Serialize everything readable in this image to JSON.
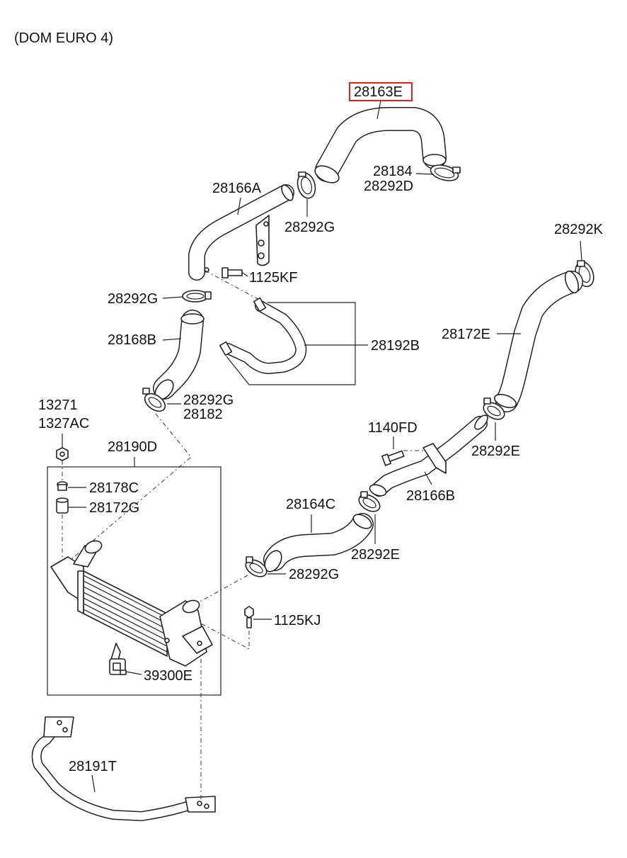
{
  "diagram": {
    "variant_label": "(DOM EURO 4)",
    "highlighted_part": "28163E",
    "highlight_color": "#e02020",
    "line_color": "#222222",
    "background_color": "#ffffff",
    "parts": {
      "p28163E": "28163E",
      "p28184": "28184",
      "p28292D": "28292D",
      "p28166A": "28166A",
      "p28292G_top": "28292G",
      "p1125KF": "1125KF",
      "p28292G_mid": "28292G",
      "p28168B": "28168B",
      "p28192B": "28192B",
      "p28292G_lower": "28292G",
      "p28182": "28182",
      "p28292K": "28292K",
      "p28172E": "28172E",
      "p1140FD": "1140FD",
      "p28292E_upper": "28292E",
      "p28166B": "28166B",
      "p28164C": "28164C",
      "p28292E_lower": "28292E",
      "p28292G_bottom": "28292G",
      "p13271": "13271",
      "p1327AC": "1327AC",
      "p28190D": "28190D",
      "p28178C": "28178C",
      "p28172G": "28172G",
      "p1125KJ": "1125KJ",
      "p39300E": "39300E",
      "p28191T": "28191T"
    }
  }
}
